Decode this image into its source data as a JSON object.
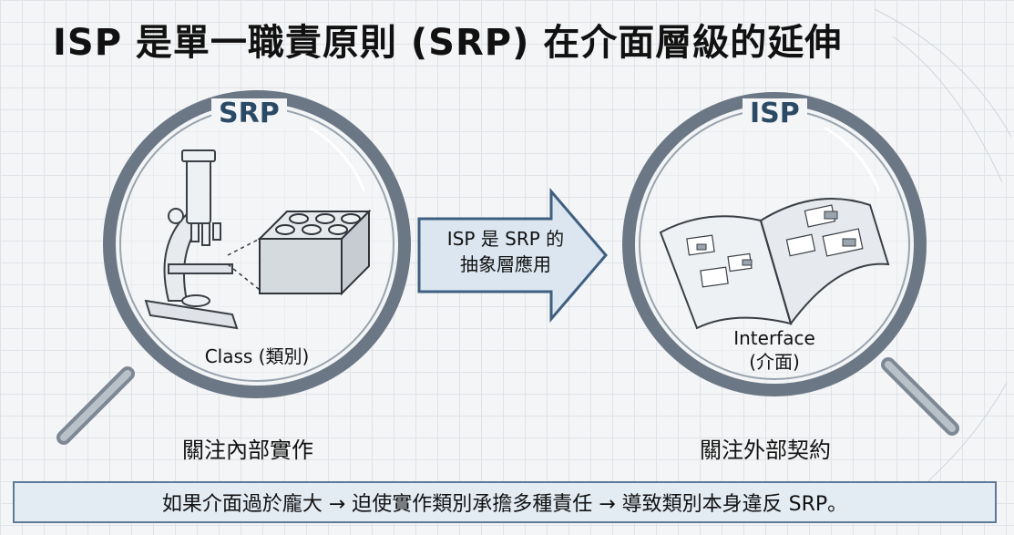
{
  "title": "ISP 是單一職責原則 (SRP) 在介面層級的延伸",
  "left_panel": {
    "label": "SRP",
    "caption": "Class (類別)",
    "focus": "關注內部實作"
  },
  "arrow": {
    "line1": "ISP 是 SRP 的",
    "line2": "抽象層應用"
  },
  "right_panel": {
    "label": "ISP",
    "caption_line1": "Interface",
    "caption_line2": "(介面)",
    "focus": "關注外部契約"
  },
  "bottom_note": "如果介面過於龐大 → 迫使實作類別承擔多種責任 → 導致類別本身違反 SRP。",
  "colors": {
    "accent": "#2b4a66",
    "lens_ring": "#6b7785",
    "arrow_fill": "#dce6f0",
    "banner_bg": "#e3ebf3"
  }
}
